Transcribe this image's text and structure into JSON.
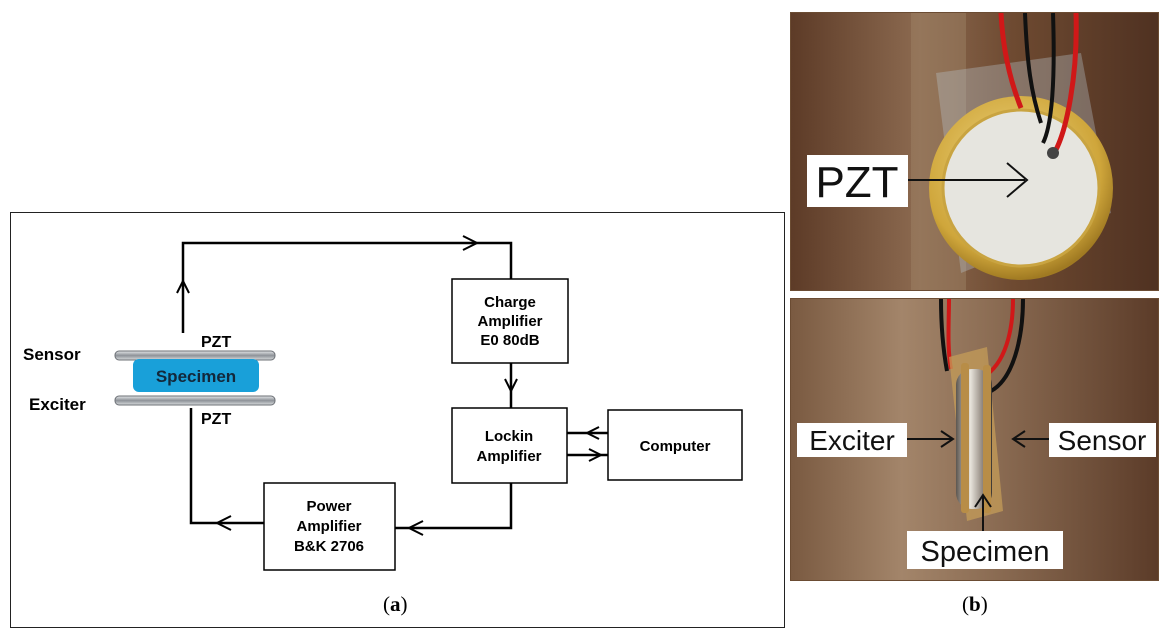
{
  "panel_a": {
    "caption_open": "(",
    "caption_letter": "a",
    "caption_close": ")",
    "labels": {
      "sensor": "Sensor",
      "exciter": "Exciter",
      "pzt_top": "PZT",
      "pzt_bottom": "PZT",
      "specimen": "Specimen"
    },
    "boxes": {
      "charge_amp": [
        "Charge",
        "Amplifier",
        "E0 80dB"
      ],
      "lockin": [
        "Lockin",
        "Amplifier"
      ],
      "computer": [
        "Computer"
      ],
      "power_amp": [
        "Power",
        "Amplifier",
        "B&K 2706"
      ]
    }
  },
  "panel_b": {
    "caption_open": "(",
    "caption_letter": "b",
    "caption_close": ")",
    "labels": {
      "pzt": "PZT",
      "exciter": "Exciter",
      "sensor": "Sensor",
      "specimen": "Specimen"
    }
  },
  "colors": {
    "specimen_fill": "#19a0d9",
    "plate_gray": "#9a9ea3",
    "photo_bg": "#6e4a31",
    "disc_brass": "#d7b449",
    "disc_ceramic": "#ecebe6"
  }
}
